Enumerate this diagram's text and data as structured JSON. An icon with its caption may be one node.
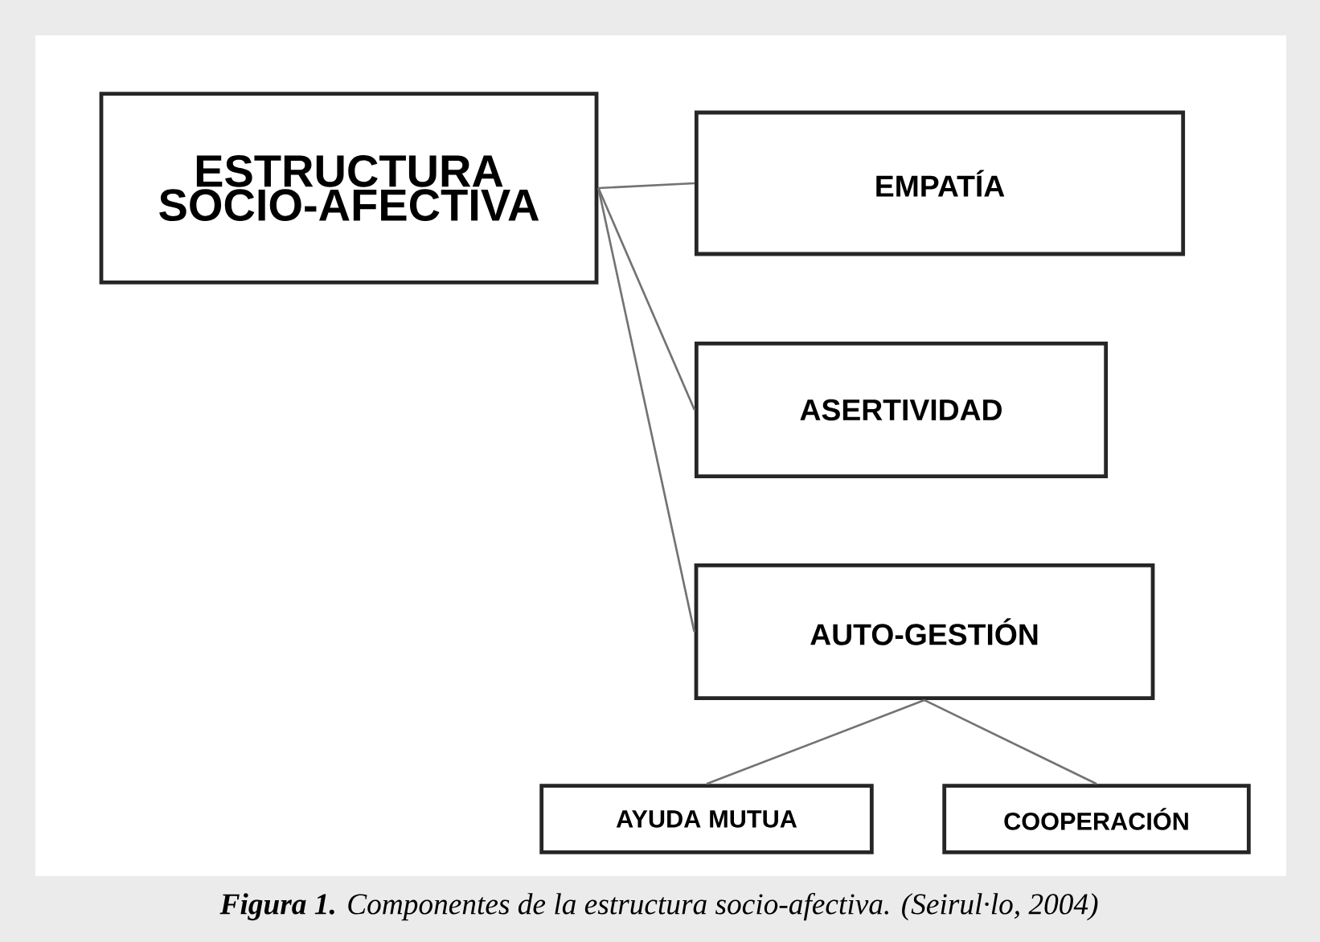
{
  "diagram": {
    "caption": "**Figura 1.** Componentes de la estructura socio-afectiva. (Seirul·lo, 2004)",
    "nodes": [
      {
        "text": [
          "ESTRUCTURA SOCIO-AFECTIVA"
        ]
      },
      {
        "text": [
          "EMPATÍA"
        ]
      },
      {
        "text": [
          "ASERTIVIDAD"
        ]
      },
      {
        "text": [
          "AUTO-GESTIÓN"
        ]
      },
      {
        "text": [
          "AYUDA MUTUA"
        ]
      },
      {
        "text": [
          "COOPERACIÓN"
        ]
      }
    ],
    "edges": [
      {
        "from": 0,
        "to": 1,
        "arrow": "none"
      },
      {
        "from": 0,
        "to": 2,
        "arrow": "none"
      },
      {
        "from": 0,
        "to": 3,
        "arrow": "none"
      },
      {
        "from": 3,
        "to": 4,
        "arrow": "none"
      },
      {
        "from": 3,
        "to": 5,
        "arrow": "none"
      }
    ]
  }
}
